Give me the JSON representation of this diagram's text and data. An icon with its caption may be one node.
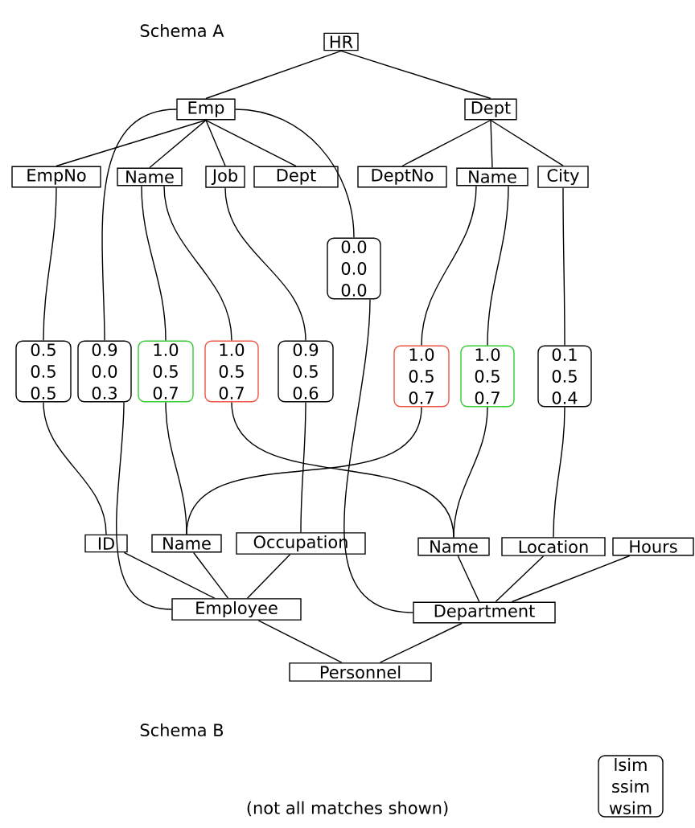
{
  "diagram": {
    "nodes": [
      {
        "text": [
          "HR"
        ]
      },
      {
        "text": [
          "Emp"
        ]
      },
      {
        "text": [
          "Dept"
        ]
      },
      {
        "text": [
          "EmpNo"
        ]
      },
      {
        "text": [
          "Name"
        ]
      },
      {
        "text": [
          "Job"
        ]
      },
      {
        "text": [
          "Dept"
        ]
      },
      {
        "text": [
          "DeptNo"
        ]
      },
      {
        "text": [
          "Name"
        ]
      },
      {
        "text": [
          "City"
        ]
      },
      {
        "text": [
          "0.0",
          "0.0",
          "0.0"
        ]
      },
      {
        "text": [
          "0.5",
          "0.5",
          "0.5"
        ]
      },
      {
        "text": [
          "0.9",
          "0.0",
          "0.3"
        ]
      },
      {
        "text": [
          "1.0",
          "0.5",
          "0.7"
        ]
      },
      {
        "text": [
          "1.0",
          "0.5",
          "0.7"
        ]
      },
      {
        "text": [
          "0.9",
          "0.5",
          "0.6"
        ]
      },
      {
        "text": [
          "1.0",
          "0.5",
          "0.7"
        ]
      },
      {
        "text": [
          "1.0",
          "0.5",
          "0.7"
        ]
      },
      {
        "text": [
          "0.1",
          "0.5",
          "0.4"
        ]
      },
      {
        "text": [
          "ID"
        ]
      },
      {
        "text": [
          "Name"
        ]
      },
      {
        "text": [
          "Occupation"
        ]
      },
      {
        "text": [
          "Name"
        ]
      },
      {
        "text": [
          "Location"
        ]
      },
      {
        "text": [
          "Hours"
        ]
      },
      {
        "text": [
          "Employee"
        ]
      },
      {
        "text": [
          "Department"
        ]
      },
      {
        "text": [
          "Personnel"
        ]
      },
      {
        "text": [
          "lsim",
          "ssim",
          "wsim"
        ]
      }
    ],
    "edges": [
      {
        "from": 0,
        "to": 1,
        "arrow": "none"
      },
      {
        "from": 0,
        "to": 2,
        "arrow": "none"
      },
      {
        "from": 1,
        "to": 3,
        "arrow": "none"
      },
      {
        "from": 1,
        "to": 4,
        "arrow": "none"
      },
      {
        "from": 1,
        "to": 5,
        "arrow": "none"
      },
      {
        "from": 1,
        "to": 6,
        "arrow": "none"
      },
      {
        "from": 2,
        "to": 7,
        "arrow": "none"
      },
      {
        "from": 2,
        "to": 8,
        "arrow": "none"
      },
      {
        "from": 2,
        "to": 9,
        "arrow": "none"
      },
      {
        "from": 3,
        "to": 11,
        "arrow": "none"
      },
      {
        "from": 11,
        "to": 19,
        "arrow": "none"
      },
      {
        "from": 1,
        "to": 12,
        "arrow": "none"
      },
      {
        "from": 12,
        "to": 25,
        "arrow": "none"
      },
      {
        "from": 4,
        "to": 13,
        "arrow": "none"
      },
      {
        "from": 13,
        "to": 20,
        "arrow": "none"
      },
      {
        "from": 4,
        "to": 14,
        "arrow": "none"
      },
      {
        "from": 14,
        "to": 22,
        "arrow": "none"
      },
      {
        "from": 5,
        "to": 15,
        "arrow": "none"
      },
      {
        "from": 15,
        "to": 21,
        "arrow": "none"
      },
      {
        "from": 1,
        "to": 10,
        "arrow": "none"
      },
      {
        "from": 10,
        "to": 26,
        "arrow": "none"
      },
      {
        "from": 8,
        "to": 16,
        "arrow": "none"
      },
      {
        "from": 16,
        "to": 20,
        "arrow": "none"
      },
      {
        "from": 8,
        "to": 17,
        "arrow": "none"
      },
      {
        "from": 17,
        "to": 22,
        "arrow": "none"
      },
      {
        "from": 9,
        "to": 18,
        "arrow": "none"
      },
      {
        "from": 18,
        "to": 23,
        "arrow": "none"
      },
      {
        "from": 25,
        "to": 19,
        "arrow": "none"
      },
      {
        "from": 25,
        "to": 20,
        "arrow": "none"
      },
      {
        "from": 25,
        "to": 21,
        "arrow": "none"
      },
      {
        "from": 26,
        "to": 22,
        "arrow": "none"
      },
      {
        "from": 26,
        "to": 23,
        "arrow": "none"
      },
      {
        "from": 26,
        "to": 24,
        "arrow": "none"
      },
      {
        "from": 27,
        "to": 25,
        "arrow": "none"
      },
      {
        "from": 27,
        "to": 26,
        "arrow": "none"
      }
    ],
    "labels": [
      "Schema A",
      "Schema B",
      "(not all matches shown)"
    ]
  }
}
